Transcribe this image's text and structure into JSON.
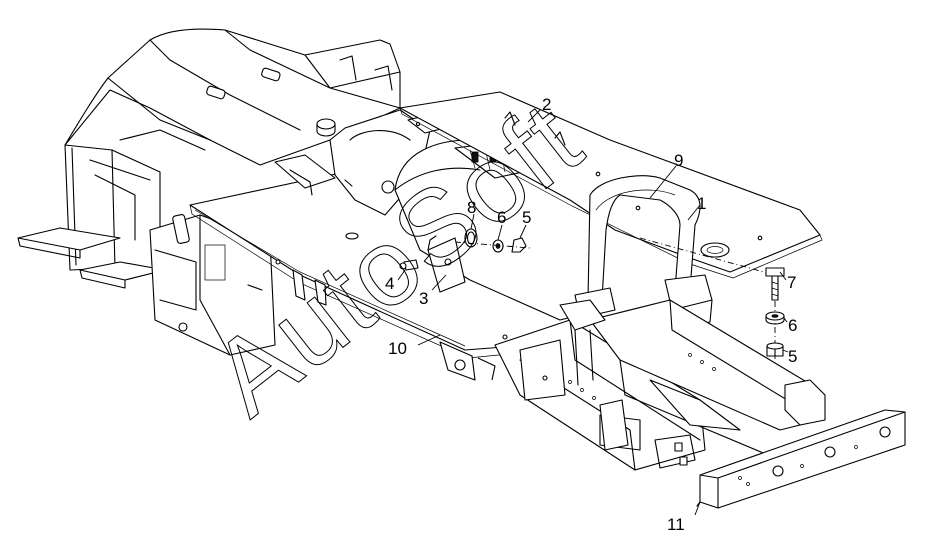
{
  "callouts": [
    {
      "id": "c1",
      "label": "1"
    },
    {
      "id": "c2",
      "label": "2"
    },
    {
      "id": "c3",
      "label": "3"
    },
    {
      "id": "c4",
      "label": "4"
    },
    {
      "id": "c5a",
      "label": "5"
    },
    {
      "id": "c5b",
      "label": "5"
    },
    {
      "id": "c6a",
      "label": "6"
    },
    {
      "id": "c6b",
      "label": "6"
    },
    {
      "id": "c7",
      "label": "7"
    },
    {
      "id": "c8",
      "label": "8"
    },
    {
      "id": "c9",
      "label": "9"
    },
    {
      "id": "c10",
      "label": "10"
    },
    {
      "id": "c11",
      "label": "11"
    }
  ],
  "watermark": {
    "text": "AutoSoft"
  }
}
